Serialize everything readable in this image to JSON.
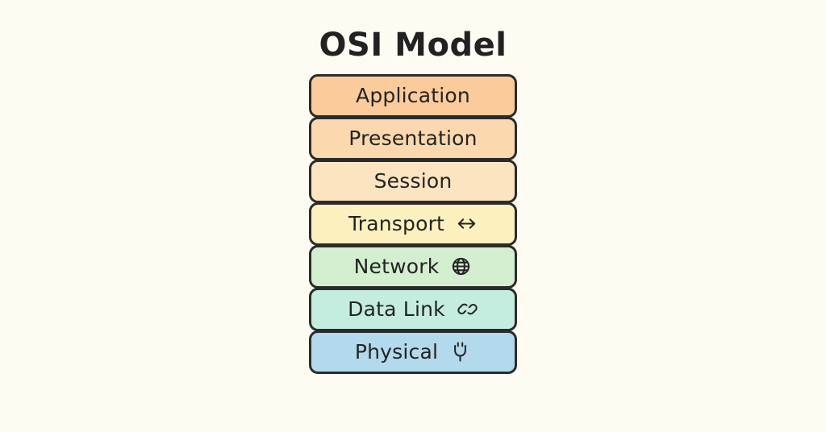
{
  "background_color": "#FDFBF2",
  "outline_color": "#2B2B2B",
  "text_color": "#232323",
  "diagram": {
    "title": "OSI Model",
    "layers": [
      {
        "label": "Application",
        "color": "#FBCB9B",
        "icon": ""
      },
      {
        "label": "Presentation",
        "color": "#FBD8AE",
        "icon": ""
      },
      {
        "label": "Session",
        "color": "#FCE4C1",
        "icon": ""
      },
      {
        "label": "Transport",
        "color": "#FCF0BE",
        "icon": "left-right-arrow-icon"
      },
      {
        "label": "Network",
        "color": "#D4EFD0",
        "icon": "globe-icon"
      },
      {
        "label": "Data Link",
        "color": "#C4EDE0",
        "icon": "link-icon"
      },
      {
        "label": "Physical",
        "color": "#B2D9EC",
        "icon": "plug-icon"
      }
    ]
  }
}
